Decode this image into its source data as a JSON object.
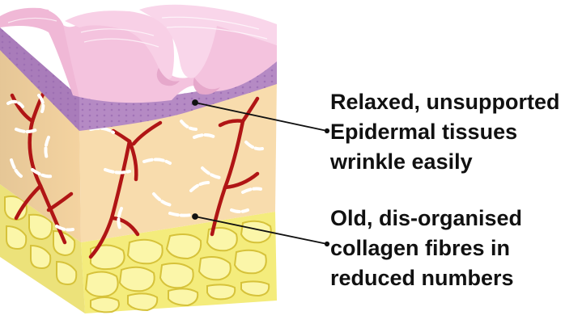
{
  "labels": [
    {
      "lines": [
        "Relaxed, unsupported",
        "Epidermal tissues",
        "wrinkle easily"
      ]
    },
    {
      "lines": [
        "Old, dis-organised",
        "collagen fibres in",
        "reduced numbers"
      ]
    }
  ],
  "colors": {
    "epidermis": "#f4c3de",
    "basal_layer": "#b58ac4",
    "dermis": "#f9ddb0",
    "blood_vessels": "#b01515",
    "collagen_fibres": "#ffffff",
    "fat_lobules": "#f6f08e",
    "fat_cell_outline": "#dcc83c",
    "leader_lines": "#111111"
  }
}
